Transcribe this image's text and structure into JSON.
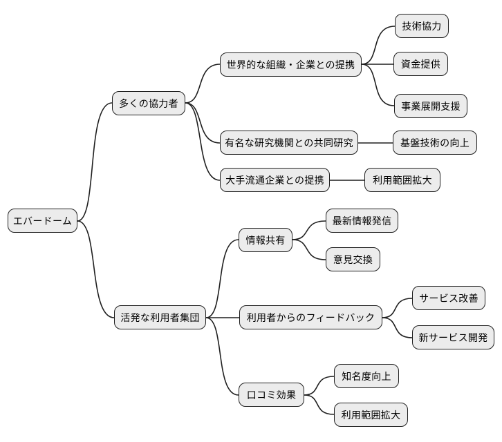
{
  "diagram": {
    "type": "mindmap",
    "root": {
      "label": "エバードーム"
    },
    "branches": [
      {
        "label": "多くの協力者",
        "children": [
          {
            "label": "世界的な組織・企業との提携",
            "children": [
              {
                "label": "技術協力"
              },
              {
                "label": "資金提供"
              },
              {
                "label": "事業展開支援"
              }
            ]
          },
          {
            "label": "有名な研究機関との共同研究",
            "children": [
              {
                "label": "基盤技術の向上"
              }
            ]
          },
          {
            "label": "大手流通企業との提携",
            "children": [
              {
                "label": "利用範囲拡大"
              }
            ]
          }
        ]
      },
      {
        "label": "活発な利用者集団",
        "children": [
          {
            "label": "情報共有",
            "children": [
              {
                "label": "最新情報発信"
              },
              {
                "label": "意見交換"
              }
            ]
          },
          {
            "label": "利用者からのフィードバック",
            "children": [
              {
                "label": "サービス改善"
              },
              {
                "label": "新サービス開発"
              }
            ]
          },
          {
            "label": "口コミ効果",
            "children": [
              {
                "label": "知名度向上"
              },
              {
                "label": "利用範囲拡大"
              }
            ]
          }
        ]
      }
    ],
    "colors": {
      "background": "#ffffff",
      "node_fill": "#ececec",
      "node_border": "#1f1f1f",
      "edge": "#1f1f1f",
      "text": "#000000"
    }
  }
}
